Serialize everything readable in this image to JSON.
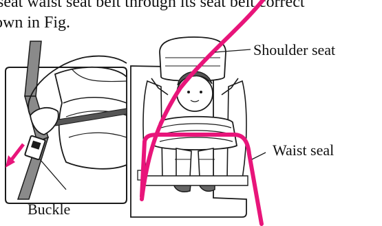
{
  "top_text": {
    "line1_fragment": "seat waist seat belt through its seat belt correct",
    "line2_fragment": "own in Fig."
  },
  "labels": {
    "shoulder": "Shoulder seat",
    "waist": "Waist seal",
    "buckle": "Buckle"
  },
  "colors": {
    "belt": "#e8157a",
    "line": "#1a1a1a",
    "gray": "#8a8a8a",
    "background": "#ffffff"
  }
}
